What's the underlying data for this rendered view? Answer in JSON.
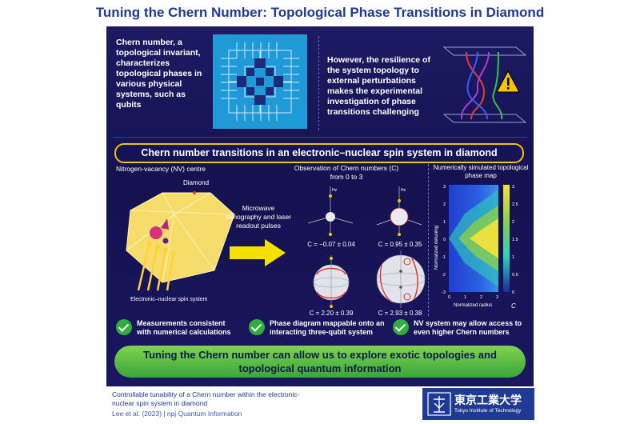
{
  "title": "Tuning the Chern Number: Topological Phase Transitions in Diamond",
  "top_left_text": "Chern number, a topological invariant, characterizes topological phases in various physical systems, such as qubits",
  "top_right_text": "However, the resilience of the system topology to external perturbations makes the experimental investigation of phase transitions challenging",
  "subtitle": "Chern number transitions in an electronic–nuclear spin system in diamond",
  "nv_label": "Nitrogen-vacancy (NV) centre",
  "diamond_label": "Diamond",
  "spin_system_label": "Electronic–nuclear spin system",
  "microwave_label": "Microwave tomography and laser readout pulses",
  "observation_label": "Observation of Chern numbers (C) from 0 to 3",
  "spheres": [
    {
      "label": "C = −0.07 ± 0.04"
    },
    {
      "label": "C = 0.95 ± 0.35"
    },
    {
      "label": "C = 2.20 ± 0.39"
    },
    {
      "label": "C = 2.93 ± 0.38"
    }
  ],
  "phase_map": {
    "title": "Numerically simulated topological phase map",
    "ylabel": "Normalized detuning",
    "xlabel": "Normalized radius",
    "colorbar_label": "C",
    "y_ticks": [
      "3",
      "2",
      "1",
      "0",
      "-1",
      "-2",
      "-3"
    ],
    "x_ticks": [
      "0",
      "1",
      "2",
      "3"
    ],
    "cb_ticks": [
      "3",
      "2.5",
      "2",
      "1.5",
      "1",
      "0.5",
      "0"
    ]
  },
  "checks": [
    {
      "text": "Measurements consistent with numerical calculations"
    },
    {
      "text": "Phase diagram mappable onto an interacting three-qubit system"
    },
    {
      "text": "NV system may allow access to even higher Chern numbers"
    }
  ],
  "banner": "Tuning the Chern number can allow us to explore exotic topologies and topological quantum information",
  "citation_title": "Controllable tunability of a Chern number within the electronic-nuclear spin system in diamond",
  "citation_authors": "Lee et al. (2023) | npj Quantum Information",
  "logo_main": "東京工業大学",
  "logo_sub": "Tokyo Institute of Technology",
  "colors": {
    "panel": "#1a1860",
    "accent": "#f5c400",
    "green": "#3aa63b",
    "title": "#1f3a93"
  }
}
